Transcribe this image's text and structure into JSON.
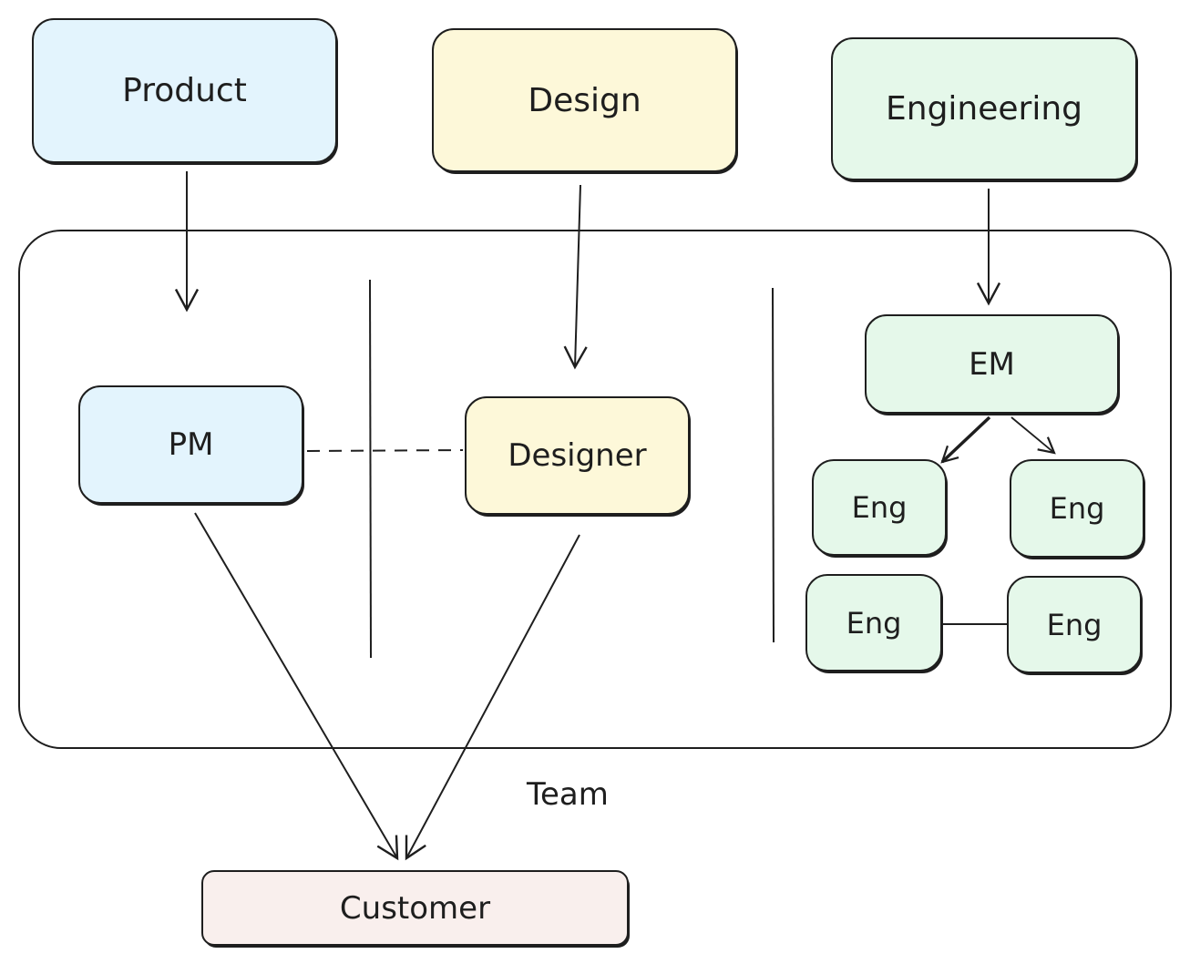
{
  "nodes": {
    "product": "Product",
    "design": "Design",
    "engineering": "Engineering",
    "pm": "PM",
    "designer": "Designer",
    "em": "EM",
    "eng_1": "Eng",
    "eng_2": "Eng",
    "eng_3": "Eng",
    "eng_4": "Eng",
    "customer": "Customer"
  },
  "container_label": "Team",
  "colors": {
    "stroke": "#1e1e1e",
    "product_fill": "#e3f4fd",
    "design_fill": "#fdf8d9",
    "engineering_fill": "#e5f8ea",
    "customer_fill": "#f9efed"
  }
}
